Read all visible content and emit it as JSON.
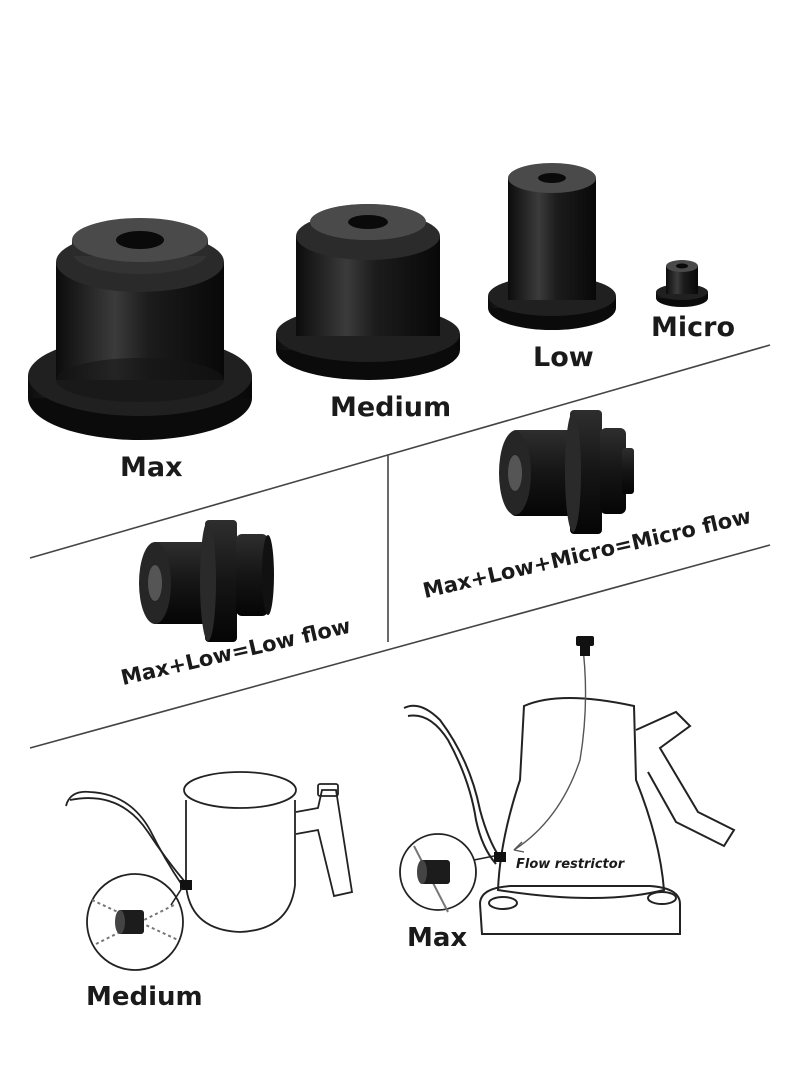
{
  "labels": {
    "max": "Max",
    "medium": "Medium",
    "low": "Low",
    "micro": "Micro",
    "combo_low": "Max+Low=Low flow",
    "combo_micro": "Max+Low+Micro=Micro flow",
    "kettle_left_size": "Medium",
    "kettle_right_size": "Max",
    "flow_restrictor": "Flow restrictor"
  },
  "colors": {
    "part": "#141414",
    "part_highlight": "#3a3a3a",
    "line": "#333333",
    "sketch": "#222222"
  }
}
